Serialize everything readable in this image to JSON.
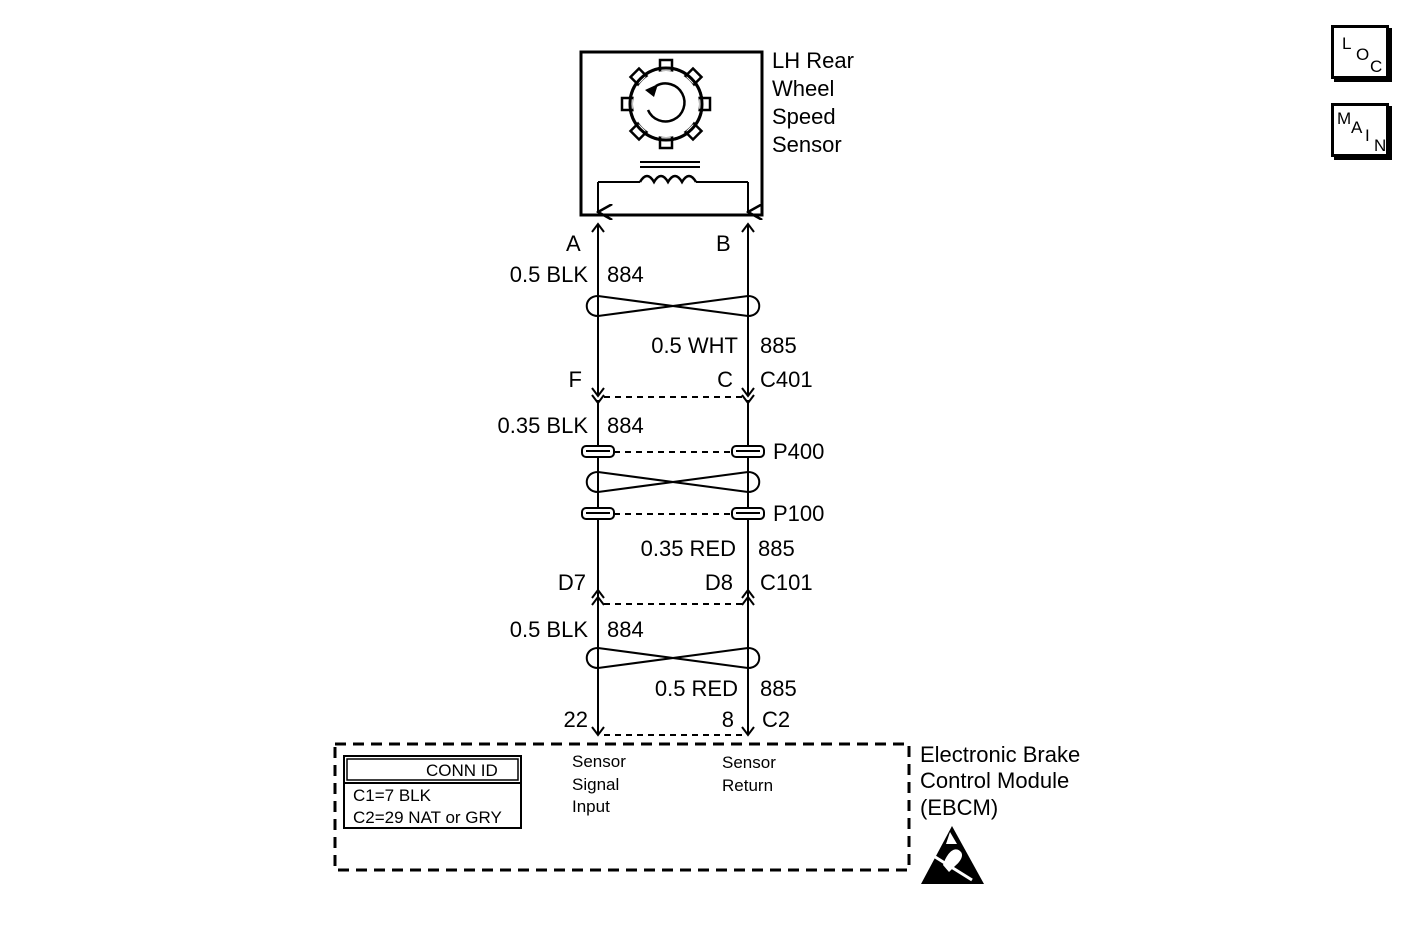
{
  "sensor": {
    "title_lines": [
      "LH Rear",
      "Wheel",
      "Speed",
      "Sensor"
    ],
    "terminal_a": "A",
    "terminal_b": "B"
  },
  "wires": {
    "seg1_left_gauge": "0.5 BLK",
    "seg1_left_circuit": "884",
    "seg1_right_gauge": "0.5 WHT",
    "seg1_right_circuit": "885",
    "seg2_left_gauge": "0.35 BLK",
    "seg2_left_circuit": "884",
    "seg2_right_gauge": "0.35 RED",
    "seg2_right_circuit": "885",
    "seg3_left_gauge": "0.5 BLK",
    "seg3_left_circuit": "884",
    "seg3_right_gauge": "0.5 RED",
    "seg3_right_circuit": "885"
  },
  "connectors": {
    "c401": {
      "id": "C401",
      "left_pin": "F",
      "right_pin": "C"
    },
    "p400": "P400",
    "p100": "P100",
    "c101": {
      "id": "C101",
      "left_pin": "D7",
      "right_pin": "D8"
    },
    "c2": {
      "id": "C2",
      "left_pin": "22",
      "right_pin": "8"
    }
  },
  "ebcm": {
    "title_lines": [
      "Electronic Brake",
      "Control Module",
      "(EBCM)"
    ],
    "input_left_lines": [
      "Sensor",
      "Signal",
      "Input"
    ],
    "input_right_lines": [
      "Sensor",
      "Return"
    ],
    "conn_id_header": "CONN ID",
    "conn_id_rows": [
      "C1=7 BLK",
      "C2=29 NAT or GRY"
    ]
  },
  "nav": {
    "loc": [
      "L",
      "O",
      "C"
    ],
    "main": [
      "M",
      "A",
      "I",
      "N"
    ]
  },
  "icons": {
    "sensor": "wheel-speed-sensor-icon",
    "esd": "esd-warning-icon"
  }
}
